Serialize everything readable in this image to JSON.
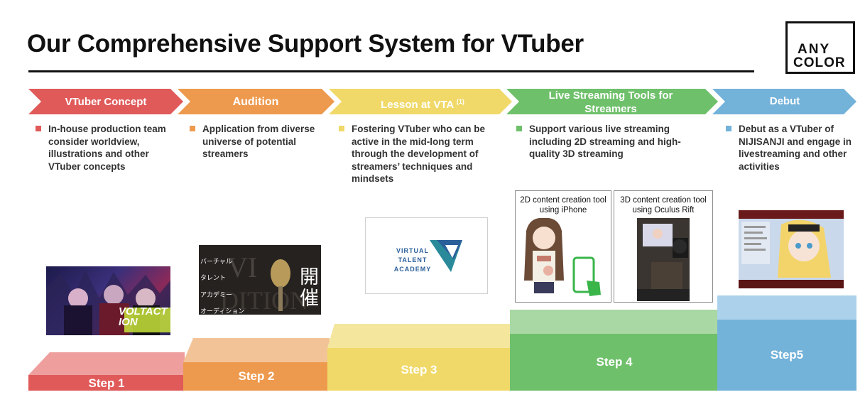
{
  "title": "Our Comprehensive Support System for VTuber",
  "logo": {
    "line1": "ANY",
    "line2": "COLOR"
  },
  "stages": [
    {
      "label": "VTuber Concept",
      "color": "#e05a5a",
      "desc": "In-house production team consider worldview, illustrations and other VTuber concepts"
    },
    {
      "label": "Audition",
      "color": "#ee9a4e",
      "desc": "Application from diverse universe of potential streamers"
    },
    {
      "label": "Lesson at VTA",
      "sup": "(1)",
      "color": "#f0d968",
      "desc": "Fostering VTuber who can be active in the mid-long term through the development of streamers’ techniques and mindsets"
    },
    {
      "label": "Live Streaming Tools for Streamers",
      "color": "#6fc06b",
      "desc": "Support various live streaming including 2D streaming and high-quality 3D streaming"
    },
    {
      "label": "Debut",
      "color": "#73b2d9",
      "desc": "Debut as a VTuber of NIJISANJI and engage in livestreaming and other activities"
    }
  ],
  "steps": [
    {
      "label": "Step 1",
      "face": "#e05a5a",
      "top": "#ef9e9e"
    },
    {
      "label": "Step 2",
      "face": "#ee9a4e",
      "top": "#f3c398"
    },
    {
      "label": "Step 3",
      "face": "#f0d968",
      "top": "#f5e69d"
    },
    {
      "label": "Step 4",
      "face": "#6fc06b",
      "top": "#a9d8a4"
    },
    {
      "label": "Step5",
      "face": "#73b2d9",
      "top": "#abd2ea"
    }
  ],
  "images": {
    "volaction": "VOLTACTION",
    "audition": {
      "big": "開催",
      "lines": [
        "バーチャル",
        "タレント",
        "アカデミー",
        "オーディション"
      ]
    },
    "vta": {
      "line1": "VIRTUAL",
      "line2": "TALENT",
      "line3": "ACADEMY"
    },
    "tool2d": "2D content creation tool using iPhone",
    "tool3d": "3D content creation tool using Oculus Rift"
  }
}
